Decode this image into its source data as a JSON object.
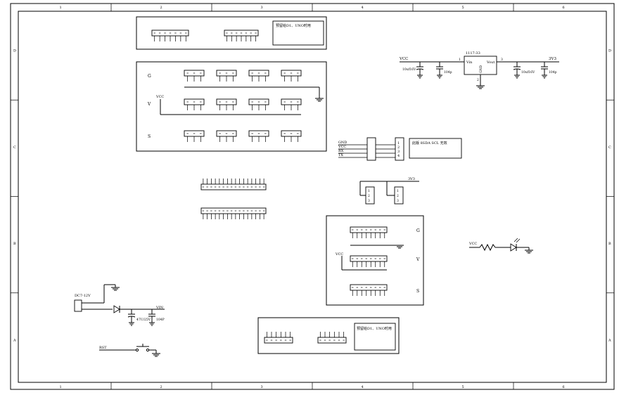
{
  "frame": {
    "columns": [
      "1",
      "2",
      "3",
      "4",
      "5",
      "6"
    ],
    "rows": [
      "D",
      "C",
      "B",
      "A"
    ]
  },
  "header_notes": {
    "top_note": "预留给D1、UNO时用",
    "bottom_note": "预留给D1、UNO时用"
  },
  "servo_block": {
    "row_labels": [
      "G",
      "V",
      "S"
    ],
    "vcc_label": "VCC"
  },
  "regulator": {
    "part": "1117-33",
    "vin_label": "Vin",
    "vout_label": "Vout",
    "gnd_label": "GND",
    "pin_in": "1",
    "pin_out": "3",
    "pin_gnd": "2",
    "in_net": "VCC",
    "out_net": "3V3",
    "cap1": "10uf16V",
    "cap2": "104p",
    "cap3": "10uf16V",
    "cap4": "104p"
  },
  "uart": {
    "lines": [
      "GND",
      "VCC",
      "RX",
      "TX"
    ],
    "pins": [
      "1",
      "2",
      "3",
      "4"
    ],
    "note": "此版 8SDA SCL 无效"
  },
  "jumper": {
    "net": "3V3",
    "pins": [
      "1",
      "2",
      "3"
    ]
  },
  "analog_block": {
    "row_labels": [
      "G",
      "V",
      "S"
    ],
    "vcc_label": "VCC"
  },
  "led": {
    "vcc_label": "VCC"
  },
  "power_input": {
    "dc_label": "DC7-12V",
    "vin_label": "VIN",
    "cap1": "47U/25V",
    "cap2": "104P"
  },
  "reset": {
    "label": "RST"
  }
}
